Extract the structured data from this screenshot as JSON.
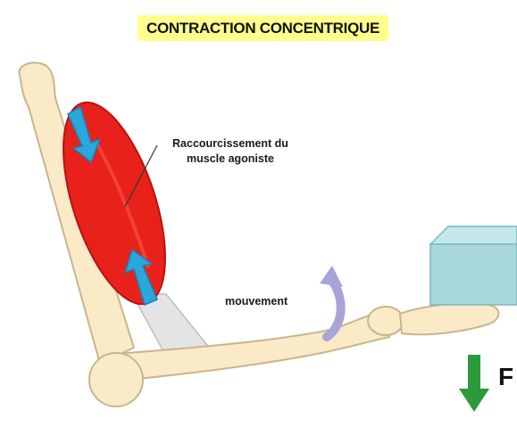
{
  "diagram": {
    "title": "CONTRACTION CONCENTRIQUE",
    "muscle_label_line1": "Raccourcissement du",
    "muscle_label_line2": "muscle agoniste",
    "movement_label": "mouvement",
    "force_label": "F"
  },
  "colors": {
    "title_highlight": "#ffff8c",
    "bone": "#faeac8",
    "bone_outline": "#c9b58c",
    "muscle": "#e8221a",
    "muscle_dark": "#b5140f",
    "tendon": "#e4e4e4",
    "contraction_arrows": "#2aa7dc",
    "movement_arrow": "#a9a4d8",
    "weight_box": "#a7d9dc",
    "force_arrow": "#2b9a3a"
  },
  "icons": {
    "contraction_arrows": "arrow-icon",
    "movement_arrow": "curved-arrow-icon",
    "force_arrow": "down-arrow-icon",
    "weight": "cube-icon"
  }
}
